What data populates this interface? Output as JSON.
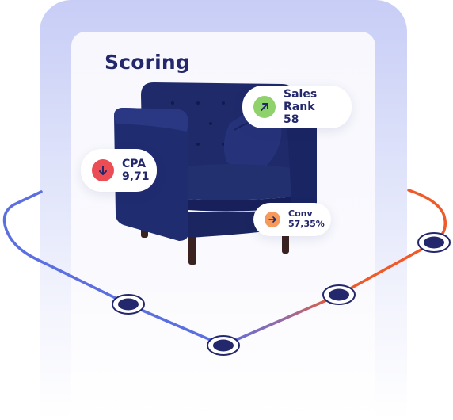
{
  "card": {
    "title": "Scoring"
  },
  "metrics": {
    "sales_rank": {
      "label": "Sales Rank",
      "value": "58",
      "trend_icon": "arrow-up-right-icon",
      "color": "#8fd16a"
    },
    "cpa": {
      "label": "CPA",
      "value": "9,71",
      "trend_icon": "arrow-down-icon",
      "color": "#ec4d55"
    },
    "conv": {
      "label": "Conv",
      "value": "57,35%",
      "trend_icon": "arrow-right-icon",
      "color": "#f59a5a"
    }
  },
  "colors": {
    "navy": "#23276b",
    "line_left": "#5b6fe0",
    "line_right": "#ef5a2a",
    "background_top": "#c7cdf6"
  }
}
